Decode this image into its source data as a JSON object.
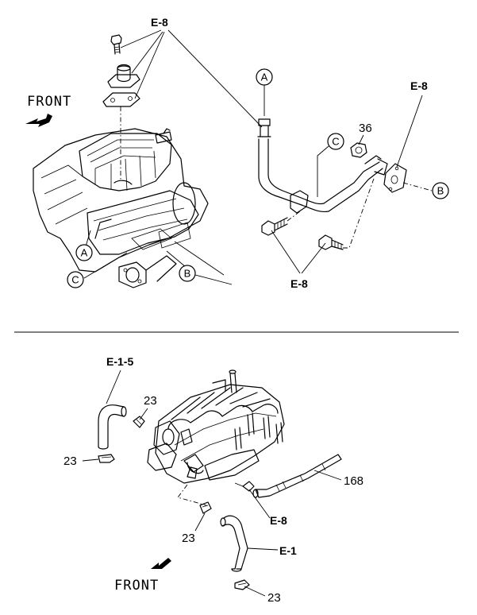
{
  "top": {
    "front_label": "FRONT",
    "refs": {
      "e8_top": "E-8",
      "e8_right": "E-8",
      "e8_bottom": "E-8",
      "part_36": "36"
    },
    "callouts": {
      "a_pipe": "A",
      "a_engine": "A",
      "b_right": "B",
      "b_engine": "B",
      "c_pipe": "C",
      "c_engine": "C"
    }
  },
  "bottom": {
    "front_label": "FRONT",
    "refs": {
      "e15": "E-1-5",
      "e8": "E-8",
      "e1": "E-1",
      "part_168": "168",
      "part_23_a": "23",
      "part_23_b": "23",
      "part_23_c": "23",
      "part_23_d": "23"
    }
  }
}
